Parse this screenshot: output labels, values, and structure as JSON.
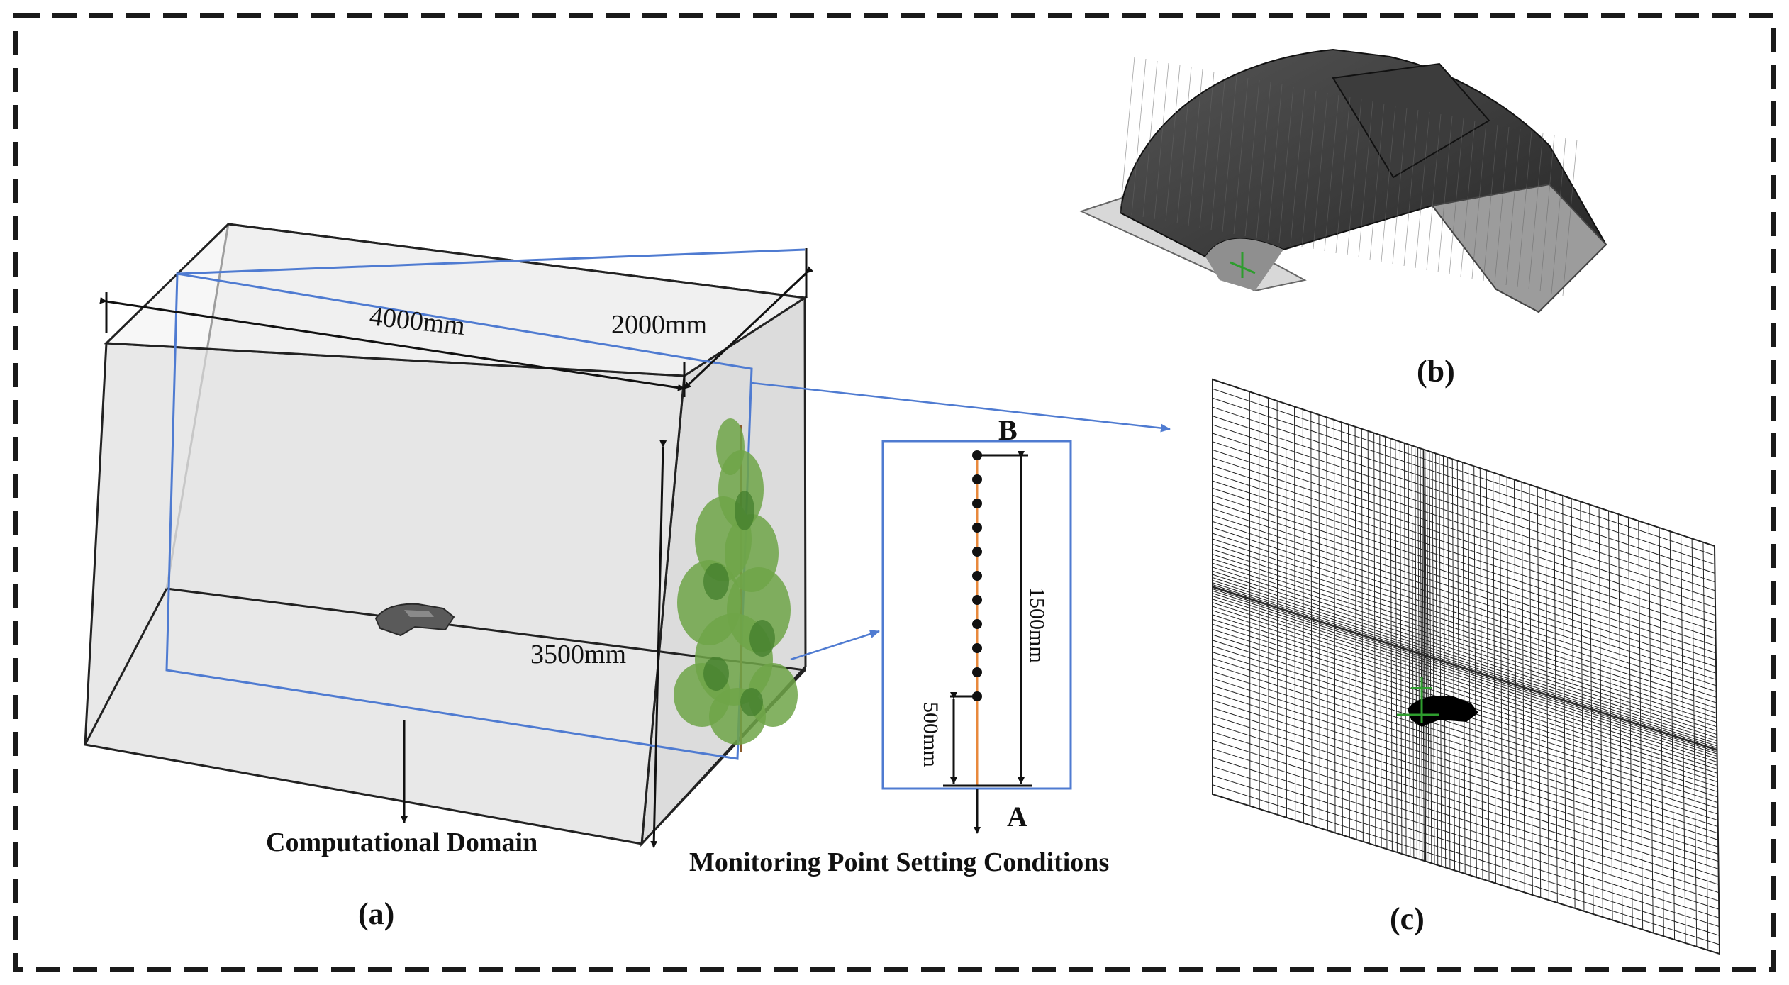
{
  "panels": {
    "a": {
      "caption": "(a)",
      "domain_label": "Computational Domain",
      "dim_length": "4000mm",
      "dim_width": "2000mm",
      "dim_height": "3500mm"
    },
    "monitor": {
      "title": "Monitoring Point Setting Conditions",
      "point_top": "B",
      "point_bottom": "A",
      "dim_total": "1500mm",
      "dim_low": "500mm",
      "point_count": 11
    },
    "b": {
      "caption": "(b)"
    },
    "c": {
      "caption": "(c)"
    }
  },
  "colors": {
    "frame": "#1a1a1a",
    "box_fill": "#e6e6e6",
    "inner_line": "#4f7bd1",
    "tree": "#5f9a3a",
    "mesh": "#222222",
    "axis": "#2e9d2e",
    "stem": "#e8893c"
  }
}
